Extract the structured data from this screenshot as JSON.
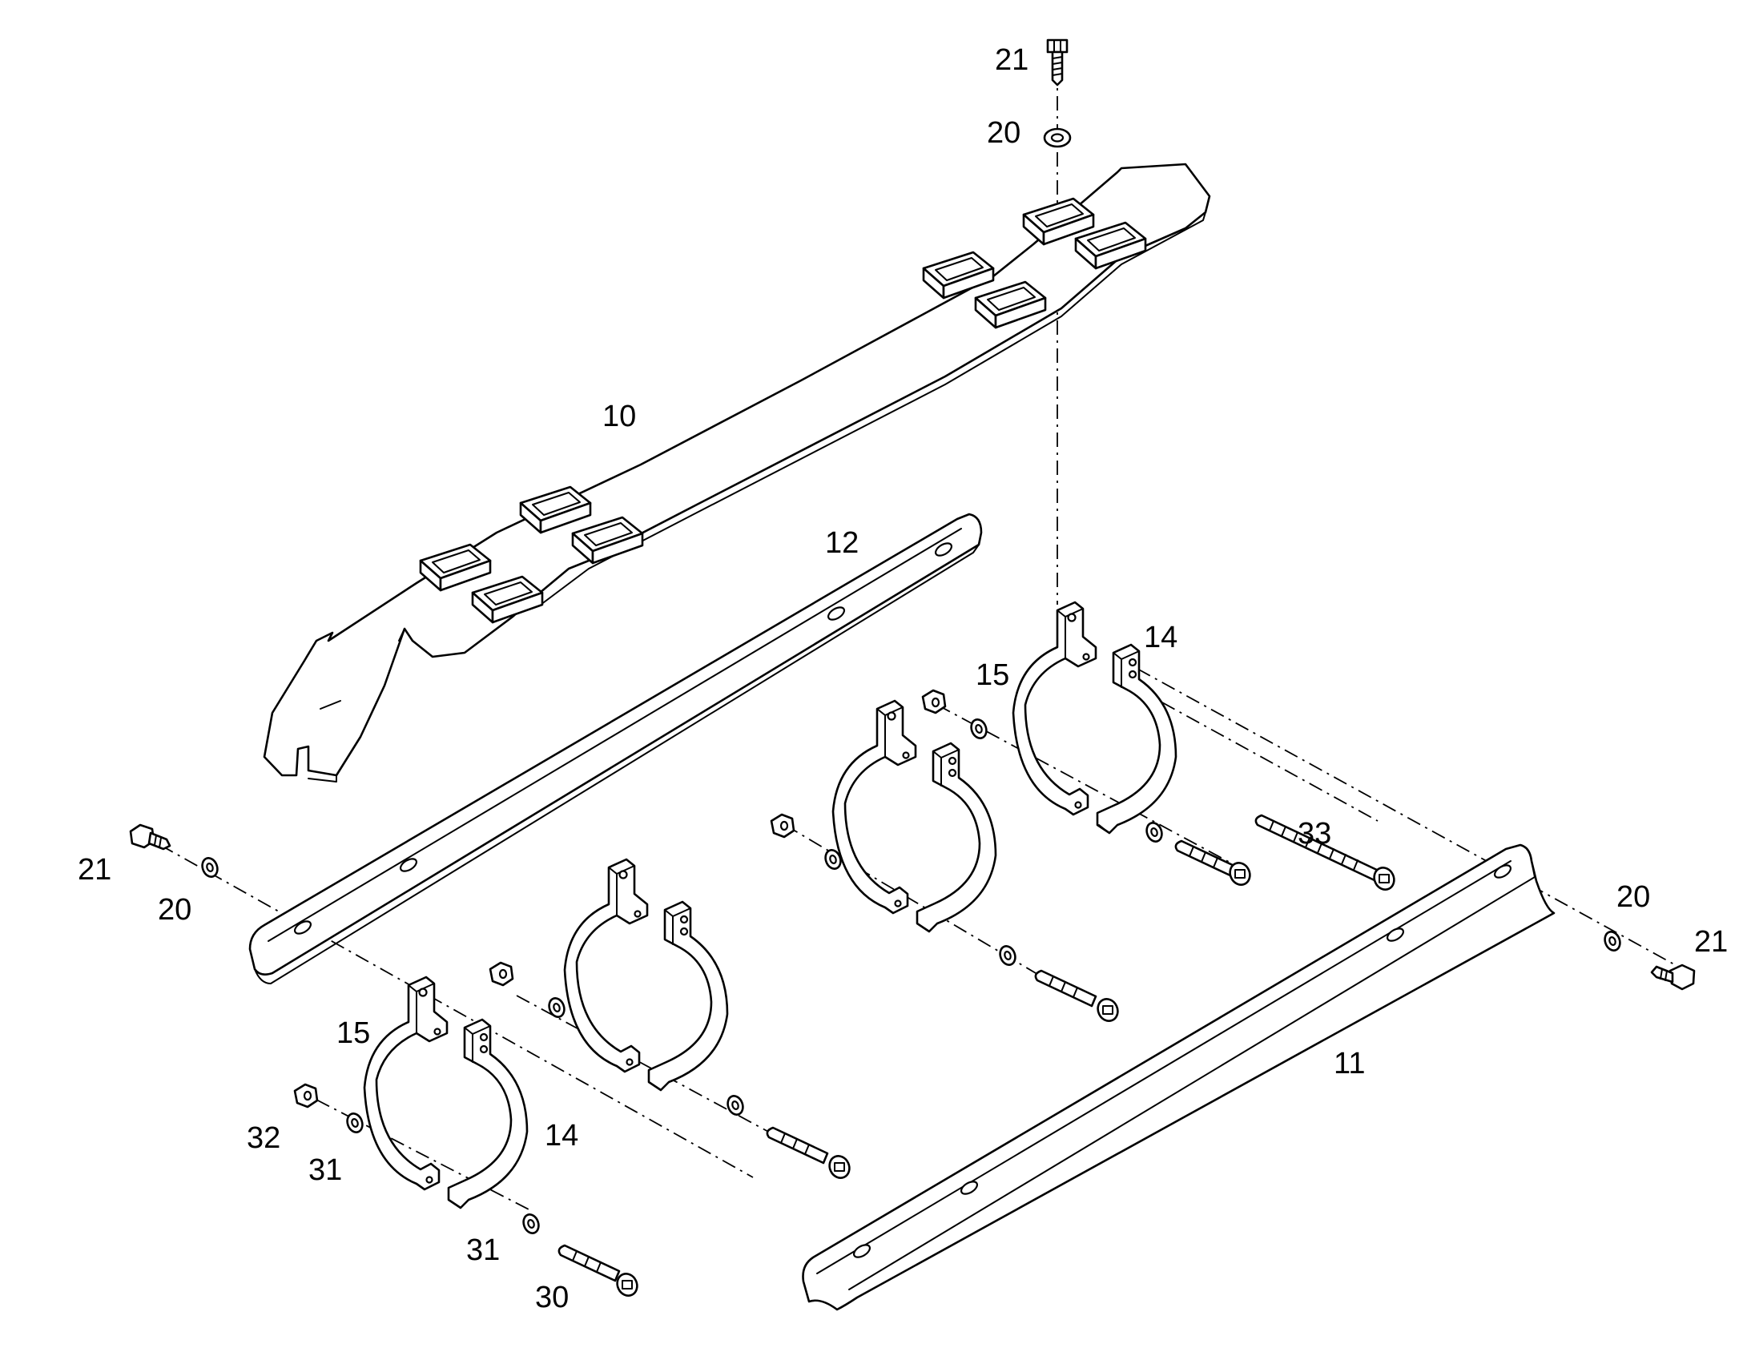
{
  "labels": {
    "bolt_top": "21",
    "washer_top": "20",
    "part_10": "10",
    "part_12": "12",
    "clamp_15_upper": "15",
    "clamp_14_upper": "14",
    "bolt_33": "33",
    "bolt_left": "21",
    "washer_left": "20",
    "washer_right": "20",
    "bolt_right": "21",
    "part_11": "11",
    "clamp_15_lower": "15",
    "clamp_14_lower": "14",
    "nut_32": "32",
    "washer_31_left": "31",
    "washer_31_bottom": "31",
    "bolt_30": "30"
  }
}
